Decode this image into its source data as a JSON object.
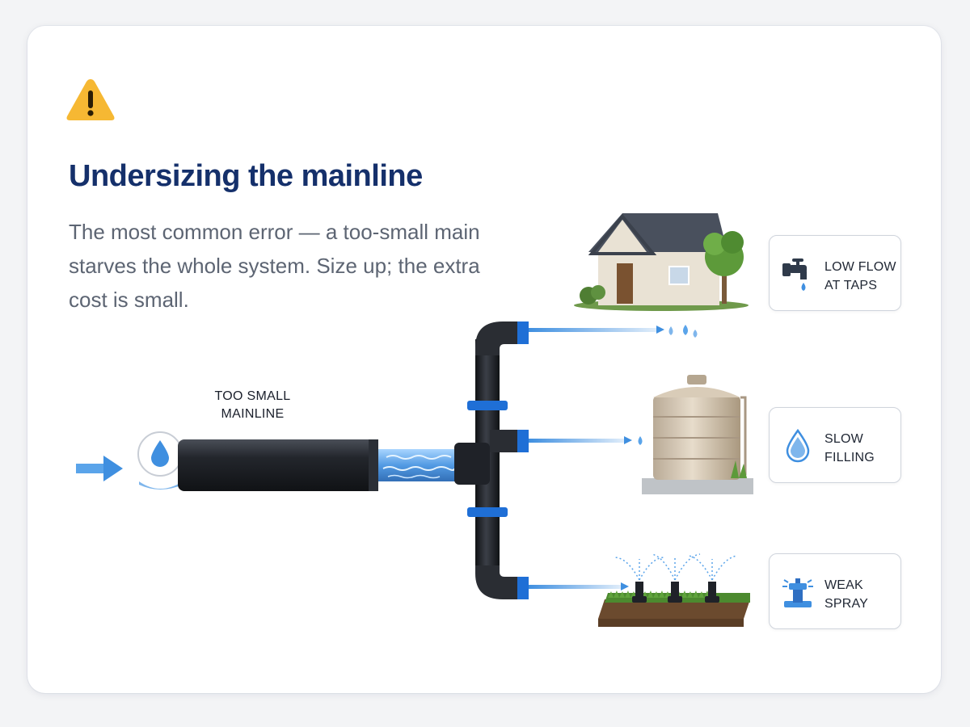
{
  "title": "Undersizing the mainline",
  "description": "The most common error — a too-small main starves the whole system. Size up; the extra cost is small.",
  "icons": {
    "warning": "warning-triangle-icon",
    "inflow": "inflow-arrow-icon",
    "water_drop": "water-drop-icon"
  },
  "colors": {
    "title": "#15306b",
    "warning": "#f6b833",
    "water": "#3f8fe0",
    "pipe": "#1f2228",
    "coupling": "#1f6fd6"
  },
  "pipe_label": {
    "line1": "TOO SMALL",
    "line2": "MAINLINE"
  },
  "branches": [
    {
      "destination": "house",
      "effect_line1": "LOW FLOW",
      "effect_line2": "AT TAPS",
      "effect_icon": "faucet-icon"
    },
    {
      "destination": "water-tank",
      "effect_line1": "SLOW",
      "effect_line2": "FILLING",
      "effect_icon": "water-drop-icon"
    },
    {
      "destination": "sprinklers",
      "effect_line1": "WEAK",
      "effect_line2": "SPRAY",
      "effect_icon": "sprinkler-icon"
    }
  ]
}
